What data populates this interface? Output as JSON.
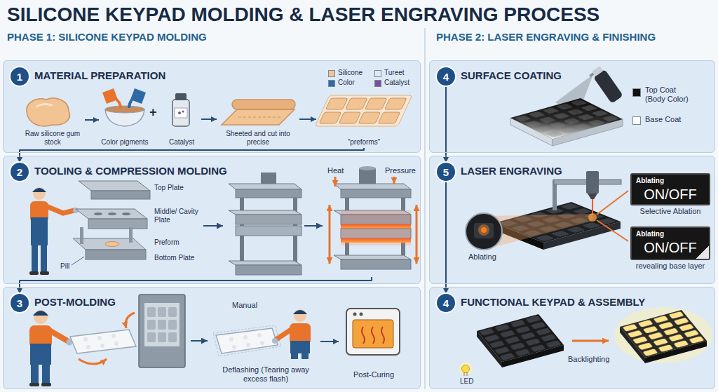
{
  "diagram": {
    "title": "SILICONE KEYPAD MOLDING & LASER ENGRAVING PROCESS",
    "nodes": [
      {
        "text": [
          "MATERIAL PREPARATION"
        ]
      },
      {
        "text": [
          "1"
        ],
        "in": 0
      },
      {
        "text": [
          "Raw silicone gum stock"
        ],
        "in": 0
      },
      {
        "text": [
          "Color pigments"
        ],
        "in": 0
      },
      {
        "text": [
          "Catalyst"
        ],
        "in": 0
      },
      {
        "text": [
          "Sheeted and cut into precise"
        ],
        "in": 0
      },
      {
        "text": [
          "“preforms”"
        ],
        "in": 0
      },
      {
        "text": [
          "TOOLING & COMPRESSION MOLDING"
        ]
      },
      {
        "text": [
          "2"
        ],
        "in": 7
      },
      {
        "text": [
          "Heat",
          "Pressure"
        ],
        "in": 7
      },
      {
        "text": [
          "POST-MOLDING"
        ]
      },
      {
        "text": [
          "3"
        ],
        "in": 10
      },
      {
        "text": [
          "Manual",
          "Deflashing (Tearing away excess flash)"
        ],
        "in": 10
      },
      {
        "text": [
          "Post-Curing"
        ],
        "in": 10
      },
      {
        "text": [
          "SURFACE COATING"
        ]
      },
      {
        "text": [
          "4"
        ],
        "in": 14
      },
      {
        "text": [
          "LASER ENGRAVING"
        ]
      },
      {
        "text": [
          "5"
        ],
        "in": 16
      },
      {
        "text": [
          "Ablating",
          "ON/OFF",
          "Selective Ablation"
        ],
        "in": 16
      },
      {
        "text": [
          "Ablating",
          "ON/OFF",
          "revealing base layer"
        ],
        "in": 16
      },
      {
        "text": [
          "FUNCTIONAL KEYPAD & ASSEMBLY"
        ]
      },
      {
        "text": [
          "4"
        ],
        "in": 20
      }
    ],
    "edges": [
      {
        "from": 2,
        "to": 3,
        "arrow": "to"
      },
      {
        "from": 4,
        "to": 5,
        "arrow": "to"
      },
      {
        "from": 5,
        "to": 6,
        "arrow": "to"
      },
      {
        "from": 6,
        "to": 8,
        "arrow": "to"
      },
      {
        "from": 9,
        "to": 11,
        "arrow": "to"
      },
      {
        "from": 12,
        "to": 13,
        "arrow": "to"
      },
      {
        "from": 15,
        "to": 17,
        "arrow": "to"
      },
      {
        "from": 17,
        "to": 21,
        "arrow": "to"
      }
    ],
    "labels": [
      "PHASE 1: SILICONE KEYPAD MOLDING",
      "PHASE 2: LASER ENGRAVING & FINISHING",
      "+",
      "Top Plate",
      "Middle/ Cavity Plate",
      "Preform",
      "Pill",
      "Bottom Plate",
      "Ablating",
      "LED",
      "Backlighting"
    ],
    "legend": [
      {
        "text": "Silicone",
        "color": "#f2c393"
      },
      {
        "text": "Tureet",
        "color": "#e4e9ef"
      },
      {
        "text": "Color",
        "color": "#2e6aa6"
      },
      {
        "text": "Catalyst",
        "color": "#7a4f9c"
      },
      {
        "text": "Top Coat (Body Color)",
        "color": "#111111"
      },
      {
        "text": "Base Coat",
        "color": "#ffffff"
      }
    ]
  }
}
